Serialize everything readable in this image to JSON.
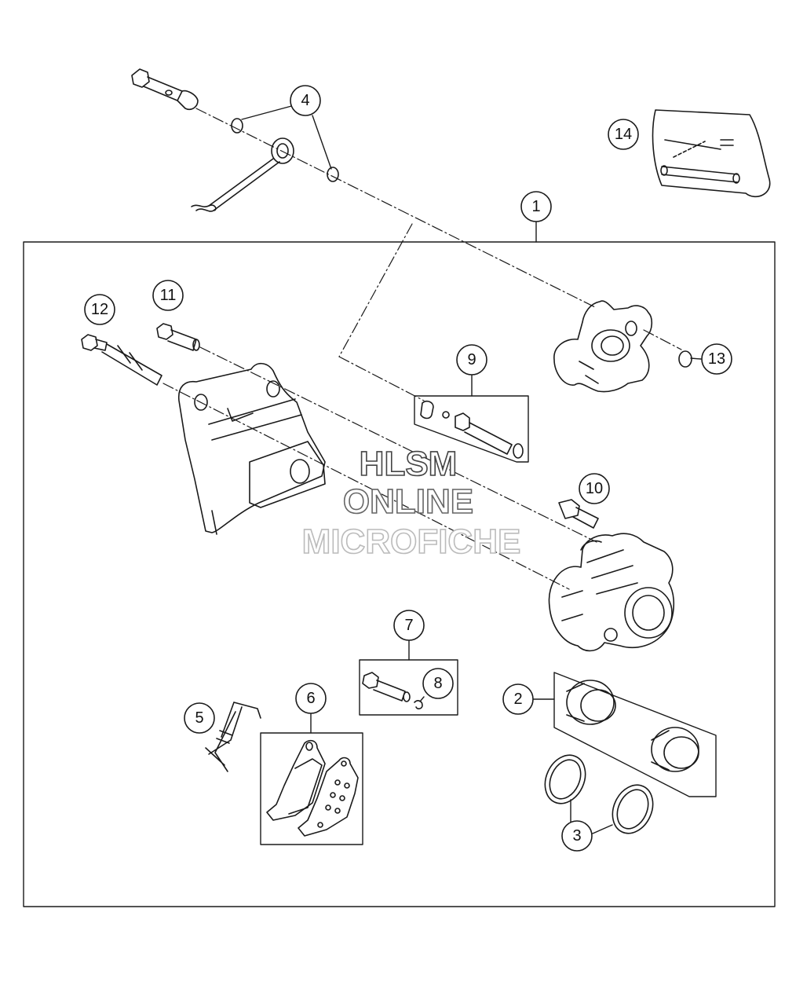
{
  "diagram": {
    "callouts": [
      {
        "id": "c1",
        "label": "1"
      },
      {
        "id": "c2",
        "label": "2"
      },
      {
        "id": "c3",
        "label": "3"
      },
      {
        "id": "c4",
        "label": "4"
      },
      {
        "id": "c5",
        "label": "5"
      },
      {
        "id": "c6",
        "label": "6"
      },
      {
        "id": "c7",
        "label": "7"
      },
      {
        "id": "c8",
        "label": "8"
      },
      {
        "id": "c9",
        "label": "9"
      },
      {
        "id": "c10",
        "label": "10"
      },
      {
        "id": "c11",
        "label": "11"
      },
      {
        "id": "c12",
        "label": "12"
      },
      {
        "id": "c13",
        "label": "13"
      },
      {
        "id": "c14",
        "label": "14"
      }
    ],
    "colors": {
      "line": "#1a1a1a",
      "watermark_stroke": "#444444",
      "watermark_stroke_light": "#bbbbbb",
      "background": "#ffffff"
    }
  },
  "watermark": {
    "line1": "HLSM",
    "line2": "ONLINE",
    "line3": "MICROFICHE"
  }
}
